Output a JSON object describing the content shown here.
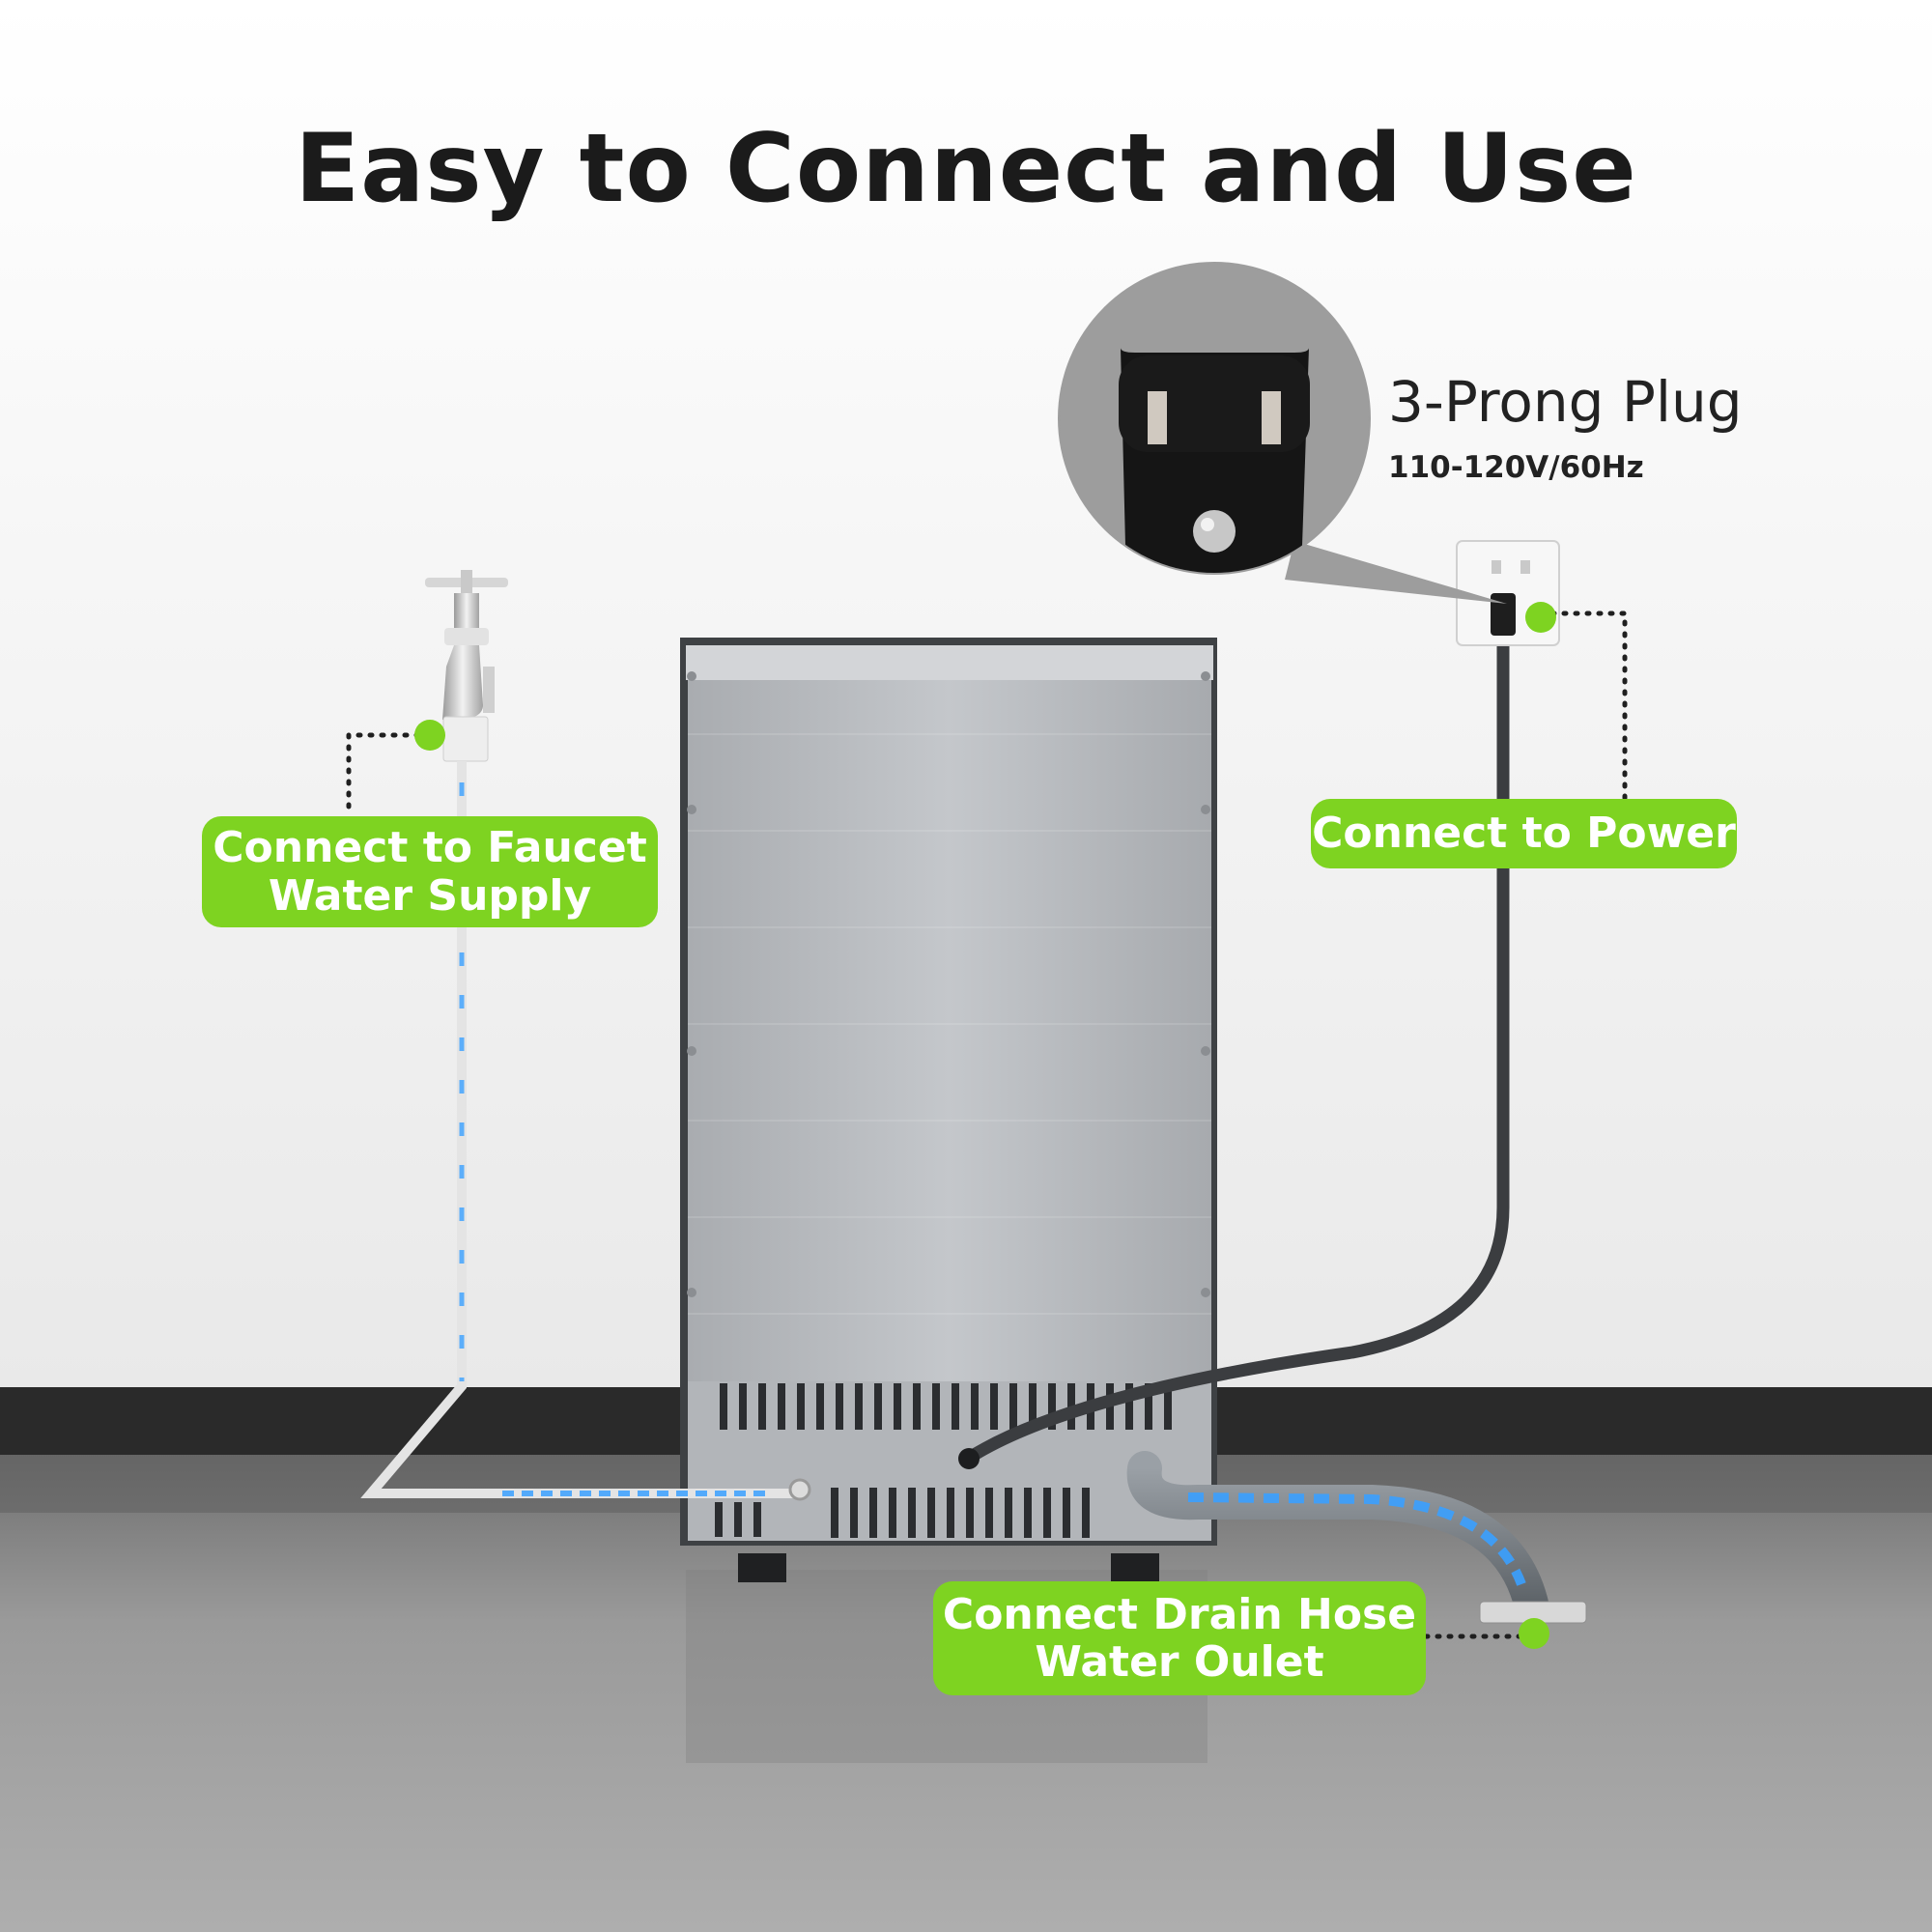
{
  "headline": "Easy to Connect and Use",
  "plug_callout": {
    "title": "3-Prong Plug",
    "spec": "110-120V/60Hz"
  },
  "labels": {
    "faucet": [
      "Connect to Faucet",
      "Water Supply"
    ],
    "power": "Connect to Power",
    "drain": [
      "Connect Drain Hose",
      "Water Oulet"
    ]
  },
  "colors": {
    "accent_green": "#7ed321",
    "water_blue": "#3aa0ff",
    "steel": "#b9bcc0",
    "wall": "#f0f0f0",
    "floor": "#8a8a8a"
  }
}
